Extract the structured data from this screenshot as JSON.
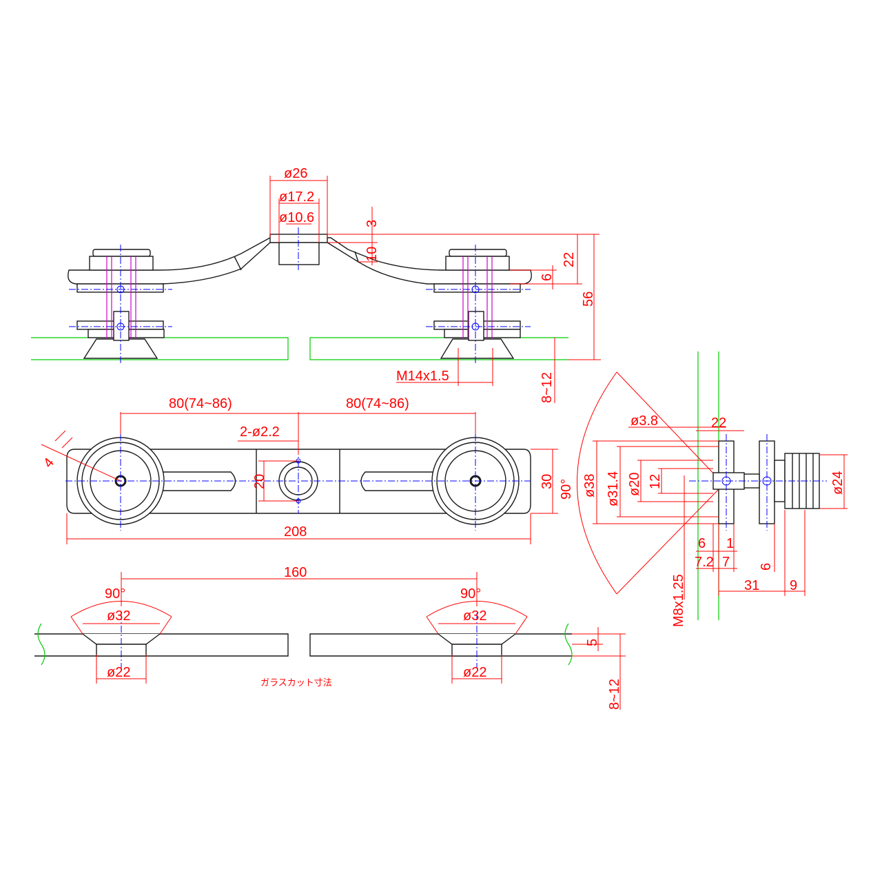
{
  "labels": {
    "top_d26": "ø26",
    "top_d17": "ø17.2",
    "top_d10": "ø10.6",
    "top_3": "3",
    "top_10": "10",
    "top_22": "22",
    "top_6": "6",
    "top_56": "56",
    "top_812": "8~12",
    "top_m14": "M14x1.5",
    "plan_80a": "80(74~86)",
    "plan_80b": "80(74~86)",
    "plan_hole": "2-ø2.2",
    "plan_20": "20",
    "plan_30": "30",
    "plan_208": "208",
    "plan_4": "4",
    "glass_160": "160",
    "glass_90a": "90°",
    "glass_90b": "90°",
    "glass_d32a": "ø32",
    "glass_d32b": "ø32",
    "glass_d22a": "ø22",
    "glass_d22b": "ø22",
    "glass_5": "5",
    "glass_812": "8~12",
    "glass_note": "ガラスカット寸法",
    "side_90": "90°",
    "side_d38": "ø38",
    "side_d314": "ø31.4",
    "side_d20": "ø20",
    "side_12": "12",
    "side_d38b": "ø3.8",
    "side_22": "22",
    "side_d24": "ø24",
    "side_6a": "6",
    "side_1": "1",
    "side_72": "7.2",
    "side_7": "7",
    "side_6b": "6",
    "side_31": "31",
    "side_9": "9",
    "side_m8": "M8x1.25"
  }
}
